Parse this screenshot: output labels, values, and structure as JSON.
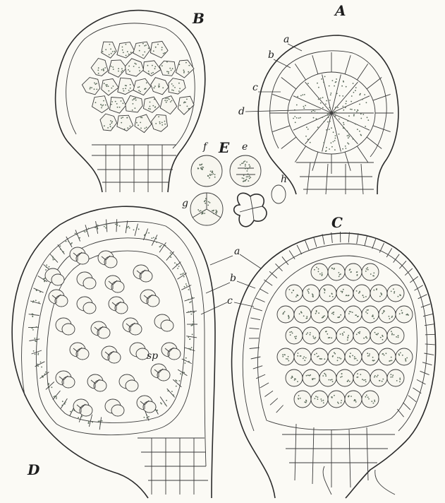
{
  "labels": {
    "A": "A",
    "B": "B",
    "C": "C",
    "D": "D",
    "E": "E",
    "a": "a",
    "b": "b",
    "c": "c",
    "d": "d",
    "e": "e",
    "f": "f",
    "g": "g",
    "h": "h",
    "sp": "sp"
  },
  "colors": {
    "ink": "#2b2b2b",
    "paper": "#fbfaf5",
    "stipple": "#5a6a5a"
  }
}
